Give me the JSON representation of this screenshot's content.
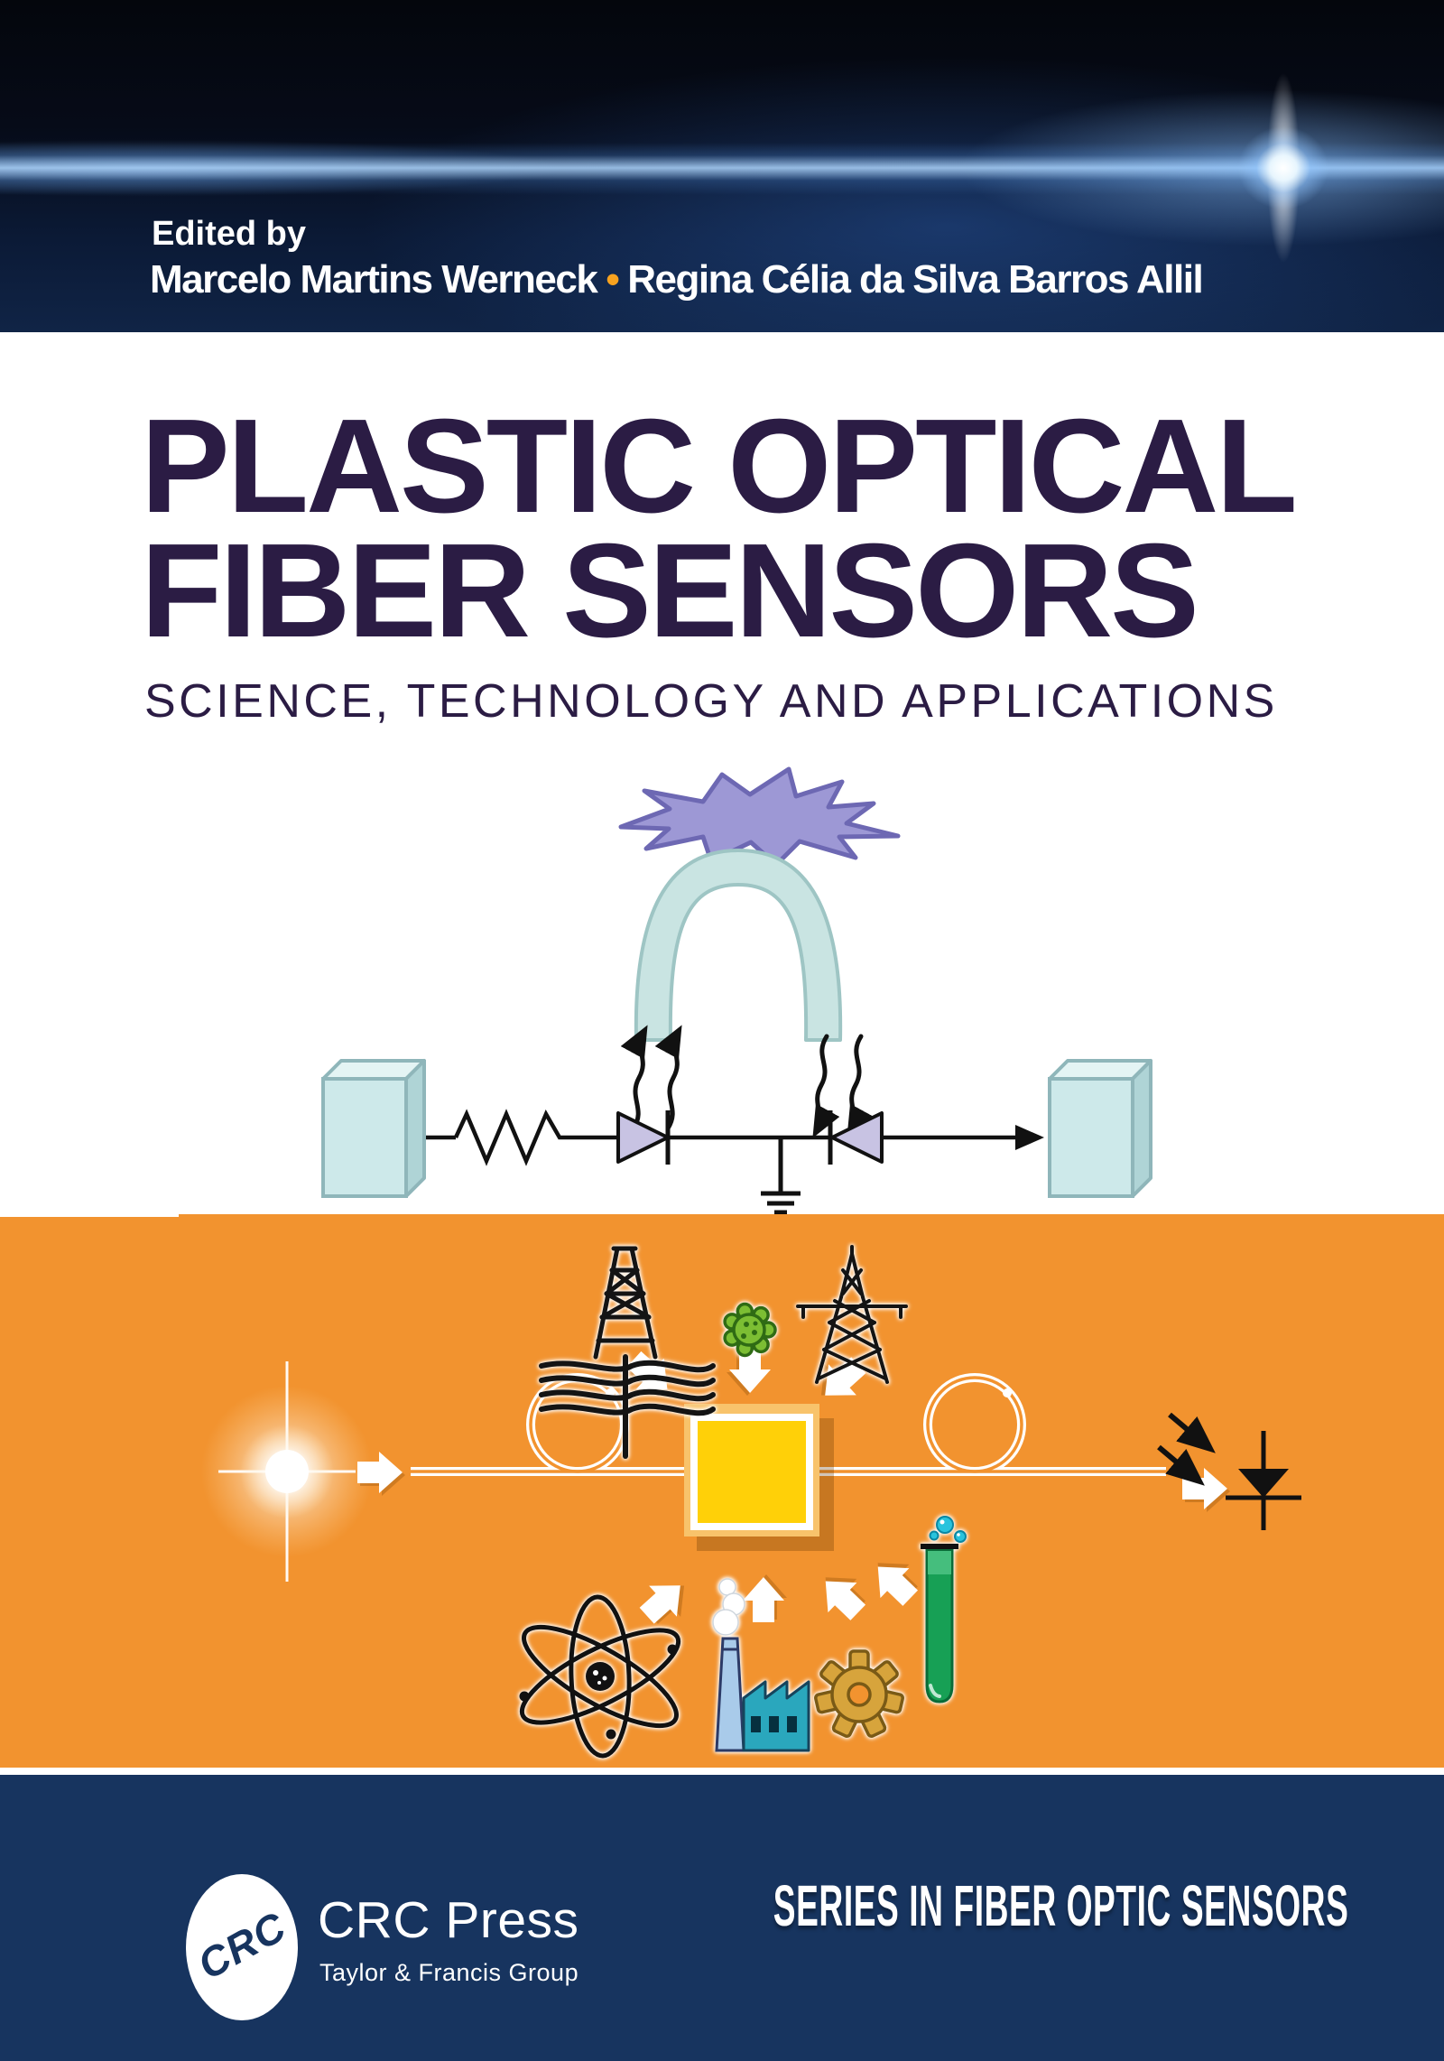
{
  "book_cover": {
    "header": {
      "edited_by_label": "Edited by",
      "editors": [
        "Marcelo Martins Werneck",
        "Regina Célia da Silva Barros Allil"
      ],
      "separator": "•"
    },
    "title": {
      "line1": "PLASTIC OPTICAL",
      "line2": "FIBER SENSORS",
      "subtitle": "SCIENCE, TECHNOLOGY AND APPLICATIONS"
    },
    "footer": {
      "logo_monogram": "CRC",
      "publisher": "CRC Press",
      "publisher_tagline": "Taylor & Francis Group",
      "series_title": "SERIES IN FIBER OPTIC SENSORS"
    },
    "colors": {
      "header_navy": "#0b1a36",
      "flare_blue": "#8cc0ff",
      "title_purple": "#2b1c44",
      "band_orange": "#f2932f",
      "footer_navy": "#17345f",
      "bullet_orange": "#f7a21f",
      "sensor_box_gold": "#ffd008",
      "fiber_white": "#ffffff",
      "arch_teal": "#c9e4e2",
      "burst_purple": "#9d98d5"
    },
    "illustrations": {
      "white_section": [
        "emi-burst-icon",
        "bent-fiber-arch",
        "connector-cube-left",
        "connector-cube-right",
        "resistor-symbol",
        "led-symbol",
        "photodiode-symbol",
        "ground-symbol",
        "emi-arrows"
      ],
      "orange_section": [
        "light-source-star",
        "flow-arrow",
        "fiber-loop-left",
        "sensor-box",
        "fiber-loop-right",
        "photodiode-icon",
        "oil-derrick-icon",
        "virus-icon",
        "power-tower-icon",
        "atom-icon",
        "factory-icon",
        "gear-icon",
        "test-tube-icon"
      ]
    }
  }
}
